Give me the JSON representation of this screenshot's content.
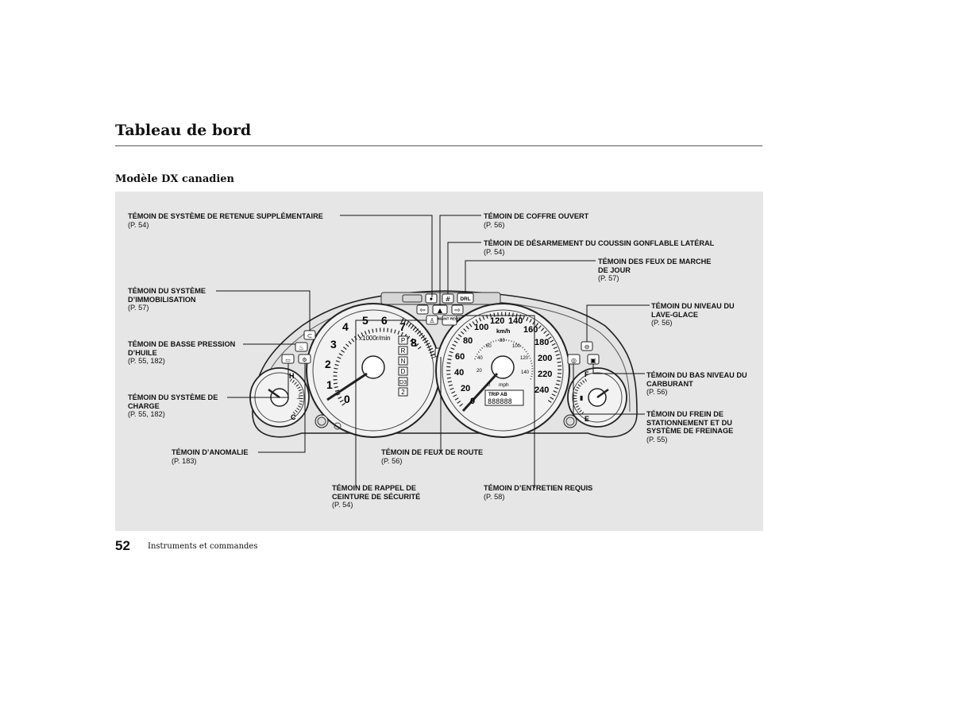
{
  "page": {
    "title": "Tableau de bord",
    "subtitle": "Modèle DX canadien",
    "page_number": "52",
    "footer": "Instruments et commandes"
  },
  "labels": [
    {
      "id": "srs",
      "text": "TÉMOIN DE SYSTÈME DE RETENUE SUPPLÉMENTAIRE",
      "ref": "(P. 54)"
    },
    {
      "id": "trunk",
      "text": "TÉMOIN DE COFFRE OUVERT",
      "ref": "(P. 56)"
    },
    {
      "id": "side_airbag",
      "text": "TÉMOIN DE DÉSARMEMENT DU COUSSIN GONFLABLE LATÉRAL",
      "ref": "(P. 54)"
    },
    {
      "id": "drl",
      "text": "TÉMOIN DES FEUX DE MARCHE DE JOUR",
      "lines": [
        "TÉMOIN DES FEUX DE MARCHE",
        "DE JOUR"
      ],
      "ref": "(P. 57)"
    },
    {
      "id": "immobilizer",
      "text": "TÉMOIN DU SYSTÈME D’IMMOBILISATION",
      "lines": [
        "TÉMOIN DU SYSTÈME",
        "D’IMMOBILISATION"
      ],
      "ref": "(P. 57)"
    },
    {
      "id": "washer",
      "text": "TÉMOIN DU NIVEAU DU LAVE-GLACE",
      "lines": [
        "TÉMOIN DU NIVEAU DU",
        "LAVE-GLACE"
      ],
      "ref": "(P. 56)"
    },
    {
      "id": "oil",
      "text": "TÉMOIN DE BASSE PRESSION D’HUILE",
      "lines": [
        "TÉMOIN DE BASSE PRESSION",
        "D’HUILE"
      ],
      "ref": "(P. 55, 182)"
    },
    {
      "id": "fuel",
      "text": "TÉMOIN DU BAS NIVEAU DU CARBURANT",
      "lines": [
        "TÉMOIN DU BAS NIVEAU DU",
        "CARBURANT"
      ],
      "ref": "(P. 56)"
    },
    {
      "id": "charge",
      "text": "TÉMOIN DU SYSTÈME DE CHARGE",
      "lines": [
        "TÉMOIN DU SYSTÈME DE",
        "CHARGE"
      ],
      "ref": "(P. 55, 182)"
    },
    {
      "id": "brake",
      "text": "TÉMOIN DU FREIN DE STATIONNEMENT ET DU SYSTÈME DE FREINAGE",
      "lines": [
        "TÉMOIN DU FREIN DE",
        "STATIONNEMENT ET DU",
        "SYSTÈME DE FREINAGE"
      ],
      "ref": "(P. 55)"
    },
    {
      "id": "mil",
      "text": "TÉMOIN D’ANOMALIE",
      "ref": "(P. 183)"
    },
    {
      "id": "highbeam",
      "text": "TÉMOIN DE FEUX DE ROUTE",
      "ref": "(P. 56)"
    },
    {
      "id": "seatbelt",
      "text": "TÉMOIN DE RAPPEL DE CEINTURE DE SÉCURITÉ",
      "lines": [
        "TÉMOIN DE RAPPEL DE",
        "CEINTURE DE SÉCURITÉ"
      ],
      "ref": "(P. 54)"
    },
    {
      "id": "maint",
      "text": "TÉMOIN D’ENTRETIEN REQUIS",
      "ref": "(P. 58)"
    }
  ],
  "gauges": {
    "tach_numbers": [
      "0",
      "1",
      "2",
      "3",
      "4",
      "5",
      "6",
      "7",
      "8"
    ],
    "tach_unit": "x1000r/min",
    "gear_positions": [
      "P",
      "R",
      "N",
      "D",
      "D3",
      "2"
    ],
    "speed_kmh_numbers": [
      "0",
      "20",
      "40",
      "60",
      "80",
      "100",
      "120",
      "140",
      "160",
      "180",
      "200",
      "220",
      "240"
    ],
    "speed_unit": "km/h",
    "speed_mph_numbers": [
      "20",
      "40",
      "60",
      "80",
      "100",
      "120",
      "140"
    ],
    "mph_unit": "mph",
    "mph_zero": "0",
    "odometer_label": "TRIP AB",
    "odometer_value": "888888",
    "temp_hot": "H",
    "temp_cold": "C",
    "fuel_full": "F",
    "fuel_empty": "E",
    "drl_icon_text": "DRL",
    "maint_icon_text": "MAINT REQ'D"
  }
}
